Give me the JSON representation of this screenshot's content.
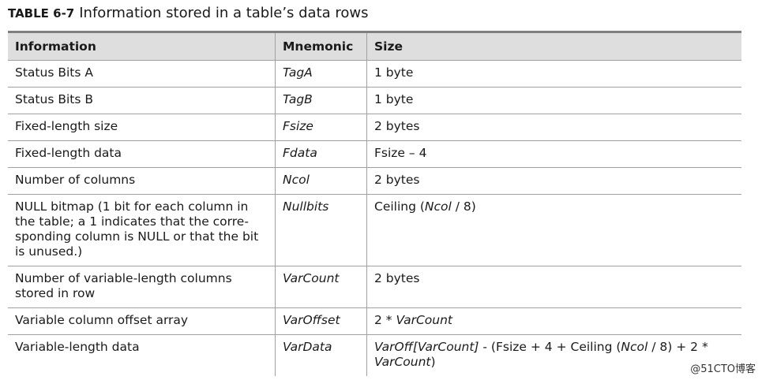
{
  "caption": {
    "number": "TABLE 6-7",
    "title": "Information stored in a table’s data rows"
  },
  "columns": [
    "Information",
    "Mnemonic",
    "Size"
  ],
  "rows": [
    {
      "info": "Status Bits A",
      "mnemonic": "TagA",
      "size": "1 byte"
    },
    {
      "info": "Status Bits B",
      "mnemonic": "TagB",
      "size": "1 byte"
    },
    {
      "info": "Fixed-length size",
      "mnemonic": "Fsize",
      "size": "2 bytes"
    },
    {
      "info": "Fixed-length data",
      "mnemonic": "Fdata",
      "size": "Fsize – 4"
    },
    {
      "info": "Number of columns",
      "mnemonic": "Ncol",
      "size": "2 bytes"
    },
    {
      "info_lines": [
        "NULL bitmap (1 bit for each column in",
        "the table; a 1 indicates that the corre-",
        "sponding column is NULL or that the bit",
        "is unused.)"
      ],
      "mnemonic": "Nullbits",
      "size_parts": [
        "Ceiling (",
        "Ncol",
        " / 8)"
      ]
    },
    {
      "info_lines": [
        "Number of variable-length columns",
        "stored in row"
      ],
      "mnemonic": "VarCount",
      "size": "2 bytes"
    },
    {
      "info": "Variable column offset array",
      "mnemonic": "VarOffset",
      "size_parts": [
        "2 * ",
        "VarCount"
      ]
    },
    {
      "info": "Variable-length data",
      "mnemonic": "VarData",
      "size_parts": [
        "VarOff[VarCount]",
        " - (Fsize + 4 + Ceiling (",
        "Ncol",
        " / 8) + 2 *",
        "VarCount",
        ")"
      ]
    }
  ],
  "watermark": "@51CTO博客"
}
